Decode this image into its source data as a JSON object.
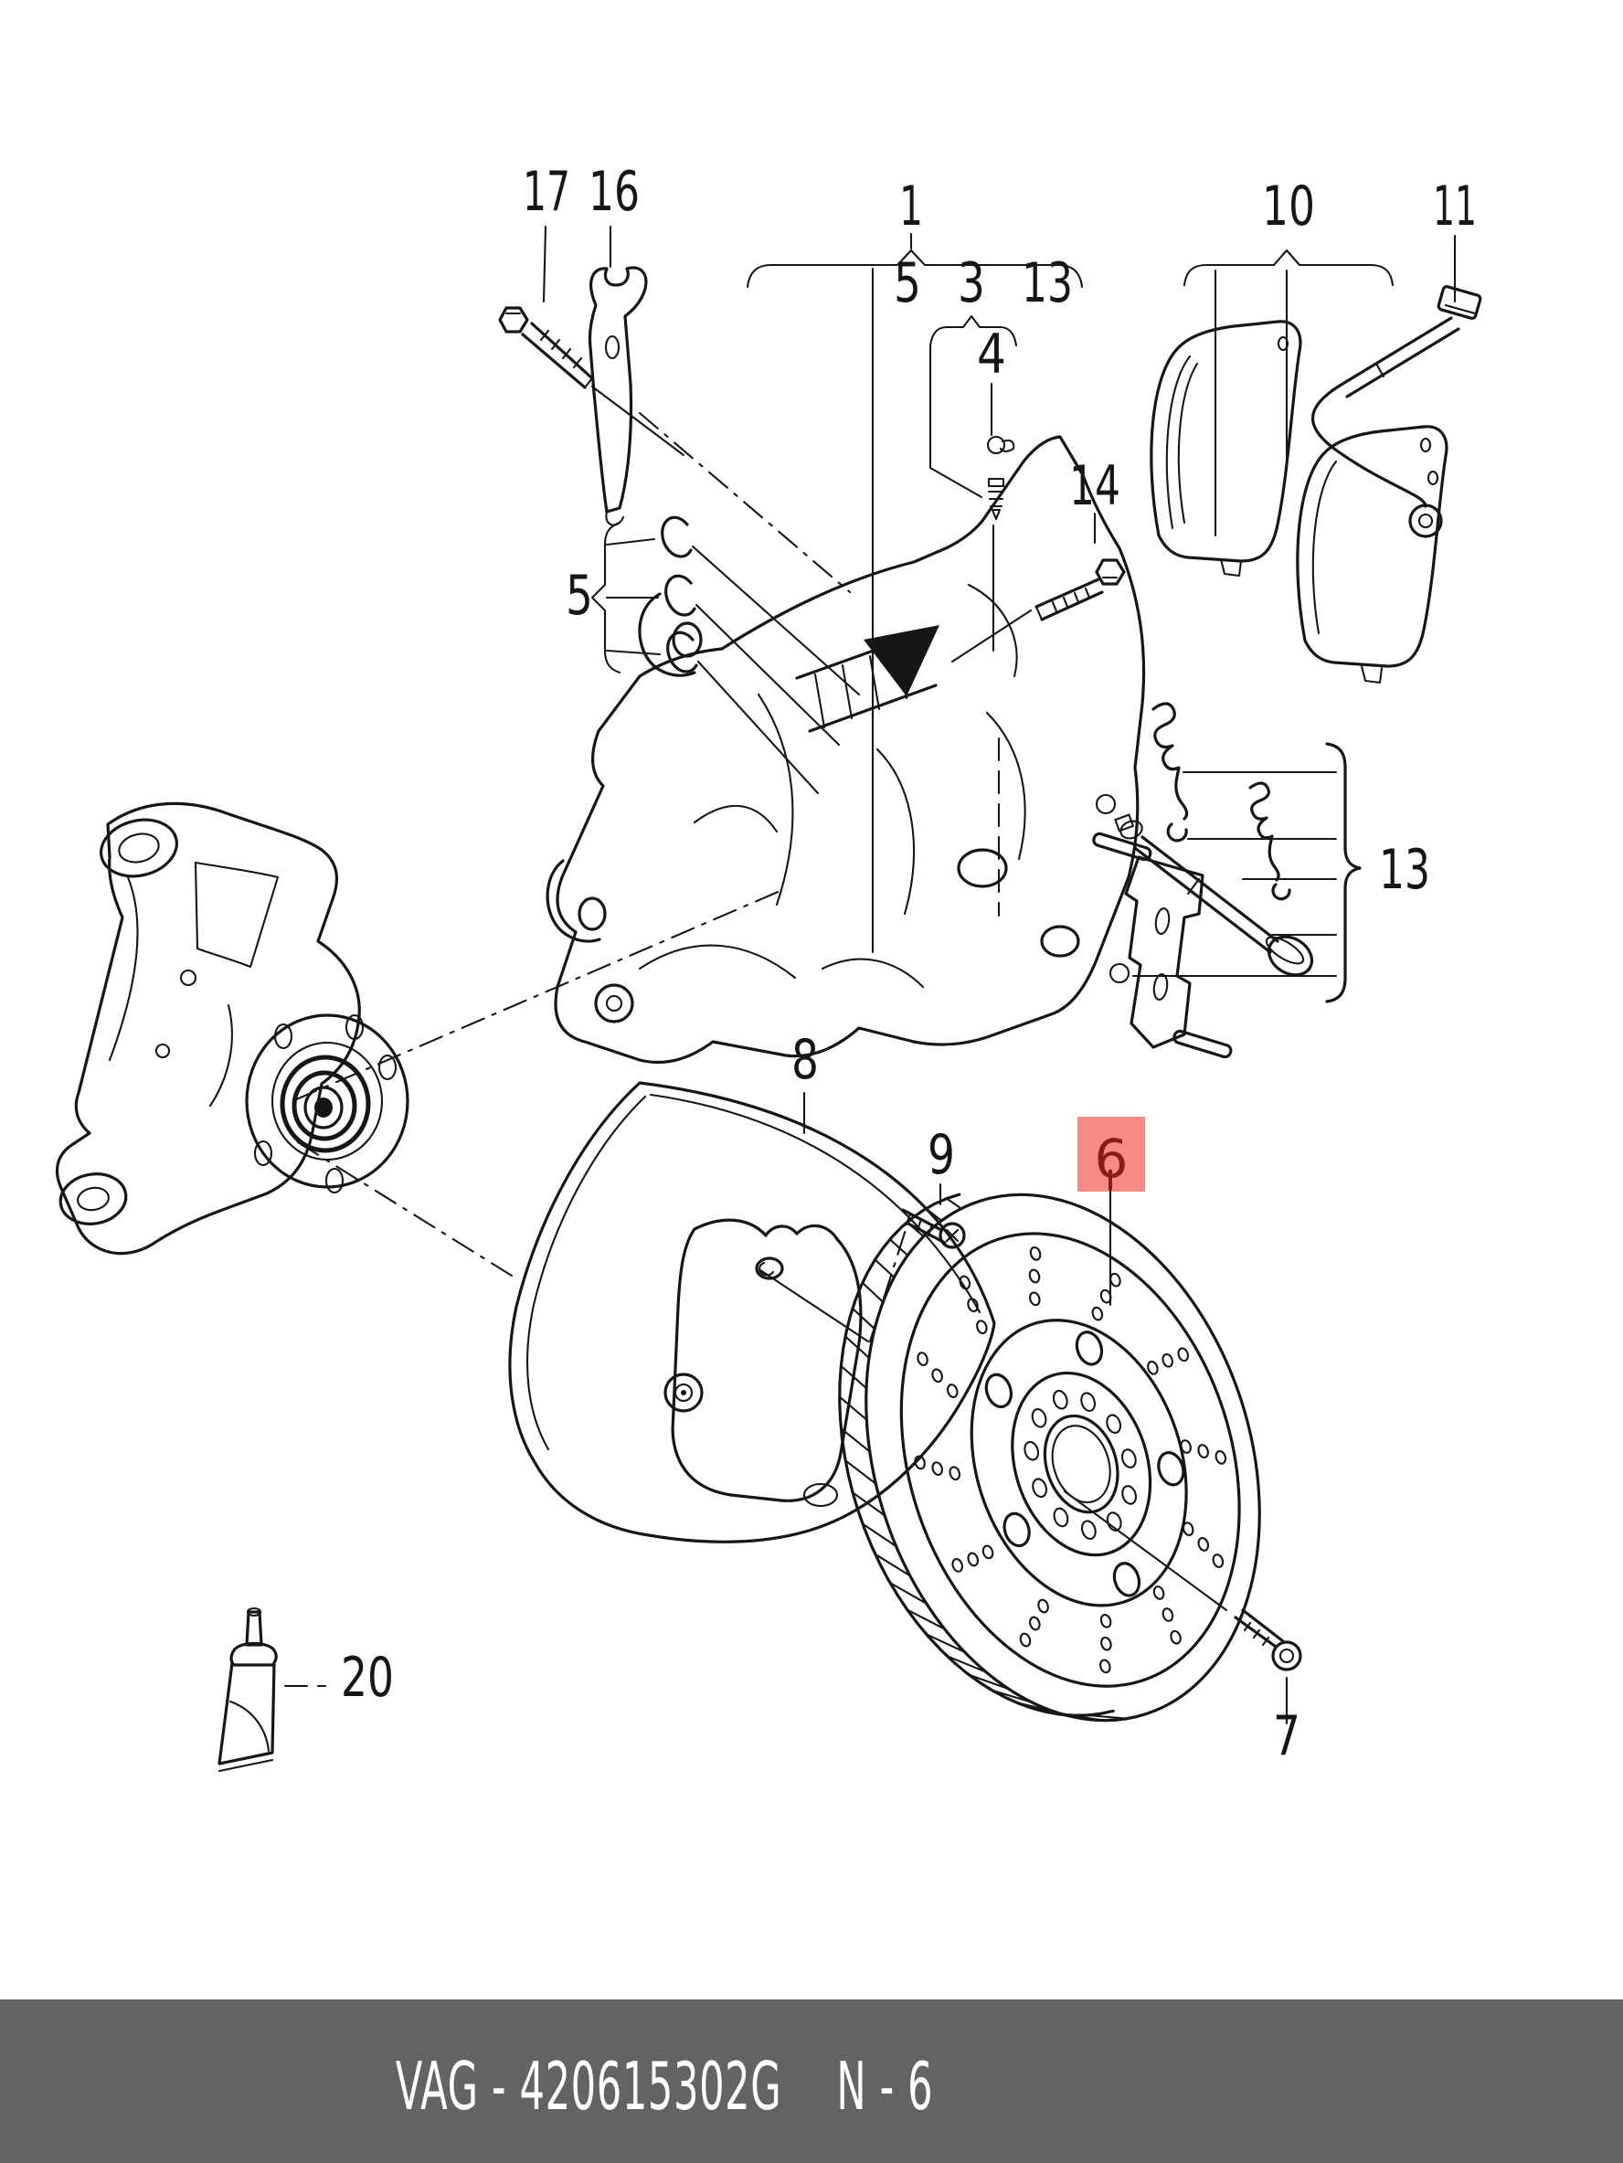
{
  "document": {
    "type": "exploded-parts-diagram",
    "subject": "front brake assembly",
    "background": "#ffffff",
    "line_color": "#161616"
  },
  "footer": {
    "part_code": "VAG - 420615302G",
    "page_ref": "N - 6",
    "bg": "#636363",
    "fg": "#ffffff"
  },
  "highlight": {
    "label": "6",
    "bg": "#f68a84",
    "fg": "#8b1a1a"
  },
  "callouts": {
    "assembly_group": "1",
    "guide_sub_group": "3",
    "bleeder_valve": "4",
    "seals_ref": "5",
    "seal_rings": "5",
    "brake_disc": "6",
    "disc_screw": "7",
    "splash_shield": "8",
    "shield_screw": "9",
    "brake_pads": "10",
    "wear_sensor": "11",
    "kit_ref": "13",
    "fitting_kit": "13",
    "caliper_bolt": "14",
    "retaining_bracket": "16",
    "bracket_bolt": "17",
    "grease_tube": "20"
  }
}
